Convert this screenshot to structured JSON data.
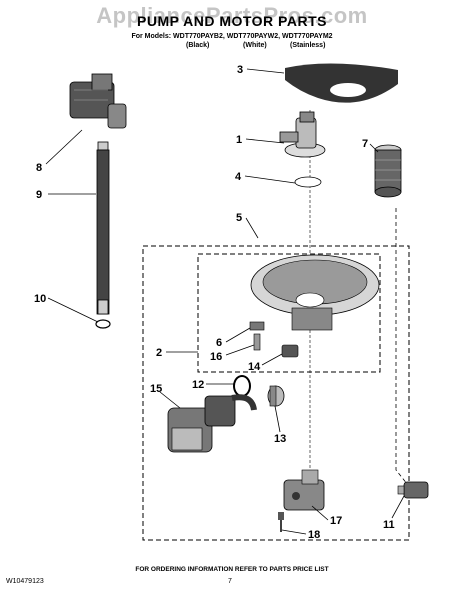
{
  "watermark": "AppliancePartsPros.com",
  "title": "PUMP AND MOTOR PARTS",
  "models_line": "For Models: WDT770PAYB2, WDT770PAYW2, WDT770PAYM2",
  "finishes": [
    "(Black)",
    "(White)",
    "(Stainless)"
  ],
  "callouts": [
    "1",
    "2",
    "3",
    "4",
    "5",
    "6",
    "7",
    "8",
    "9",
    "10",
    "11",
    "12",
    "13",
    "14",
    "15",
    "16",
    "17",
    "18"
  ],
  "footer": "FOR ORDERING INFORMATION REFER TO PARTS PRICE LIST",
  "doc_id": "W10479123",
  "page_number": "7"
}
